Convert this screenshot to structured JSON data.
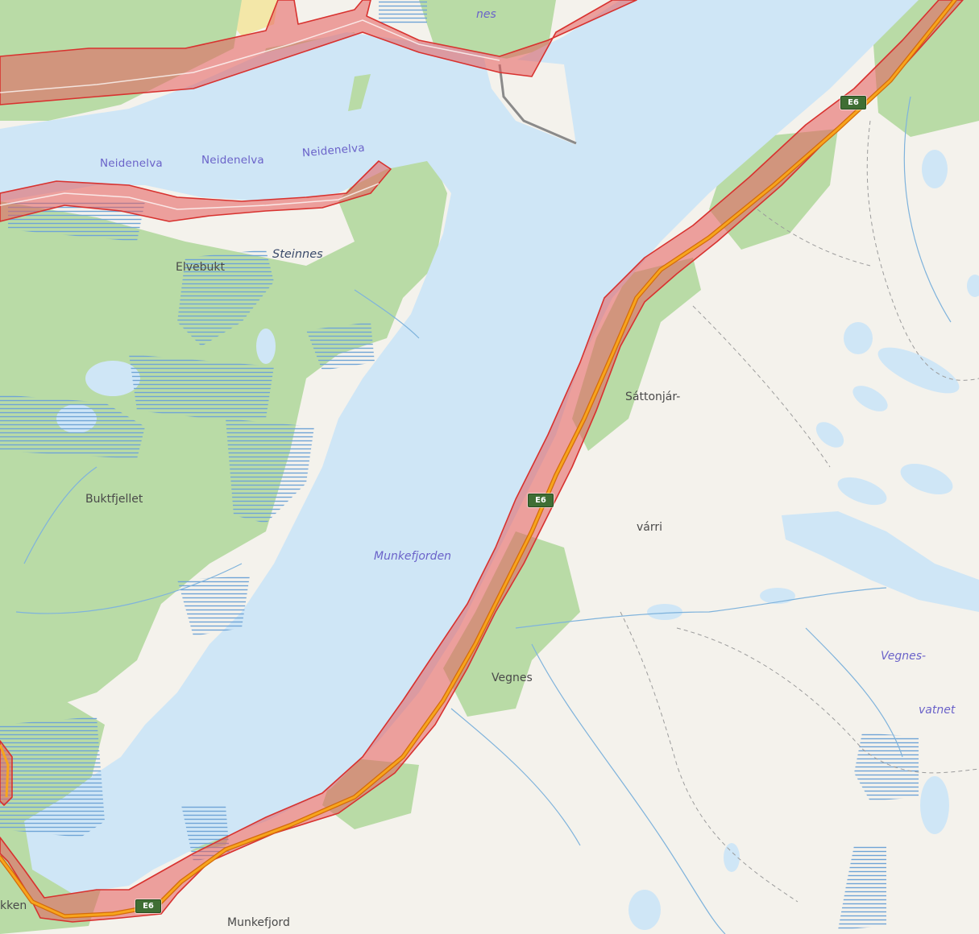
{
  "map": {
    "colors": {
      "land": "#f4f2ec",
      "water": "#cfe6f6",
      "forest": "#b9dba6",
      "marsh": "#6fa4d6",
      "route_fill": "#e55b5b",
      "route_stroke": "#d8322f",
      "road_core": "#f7a51d",
      "road_edge": "#d46b0b",
      "stream": "#7fb3dc",
      "trail": "#9c9c9c",
      "farmland": "#f3e7a8"
    },
    "road_ref": "E6",
    "labels": {
      "nes": "nes",
      "neidenelva": "Neidenelva",
      "steinnes": "Steinnes",
      "elvebukt": "Elvebukt",
      "buktfjellet": "Buktfjellet",
      "munkefjorden": "Munkefjorden",
      "sattonjar_1": "Sáttonjár-",
      "sattonjar_2": "várri",
      "vegnes": "Vegnes",
      "vegnesvatnet_1": "Vegnes-",
      "vegnesvatnet_2": "vatnet",
      "munkefjord": "Munkefjord",
      "edge_kken": "kken"
    }
  }
}
